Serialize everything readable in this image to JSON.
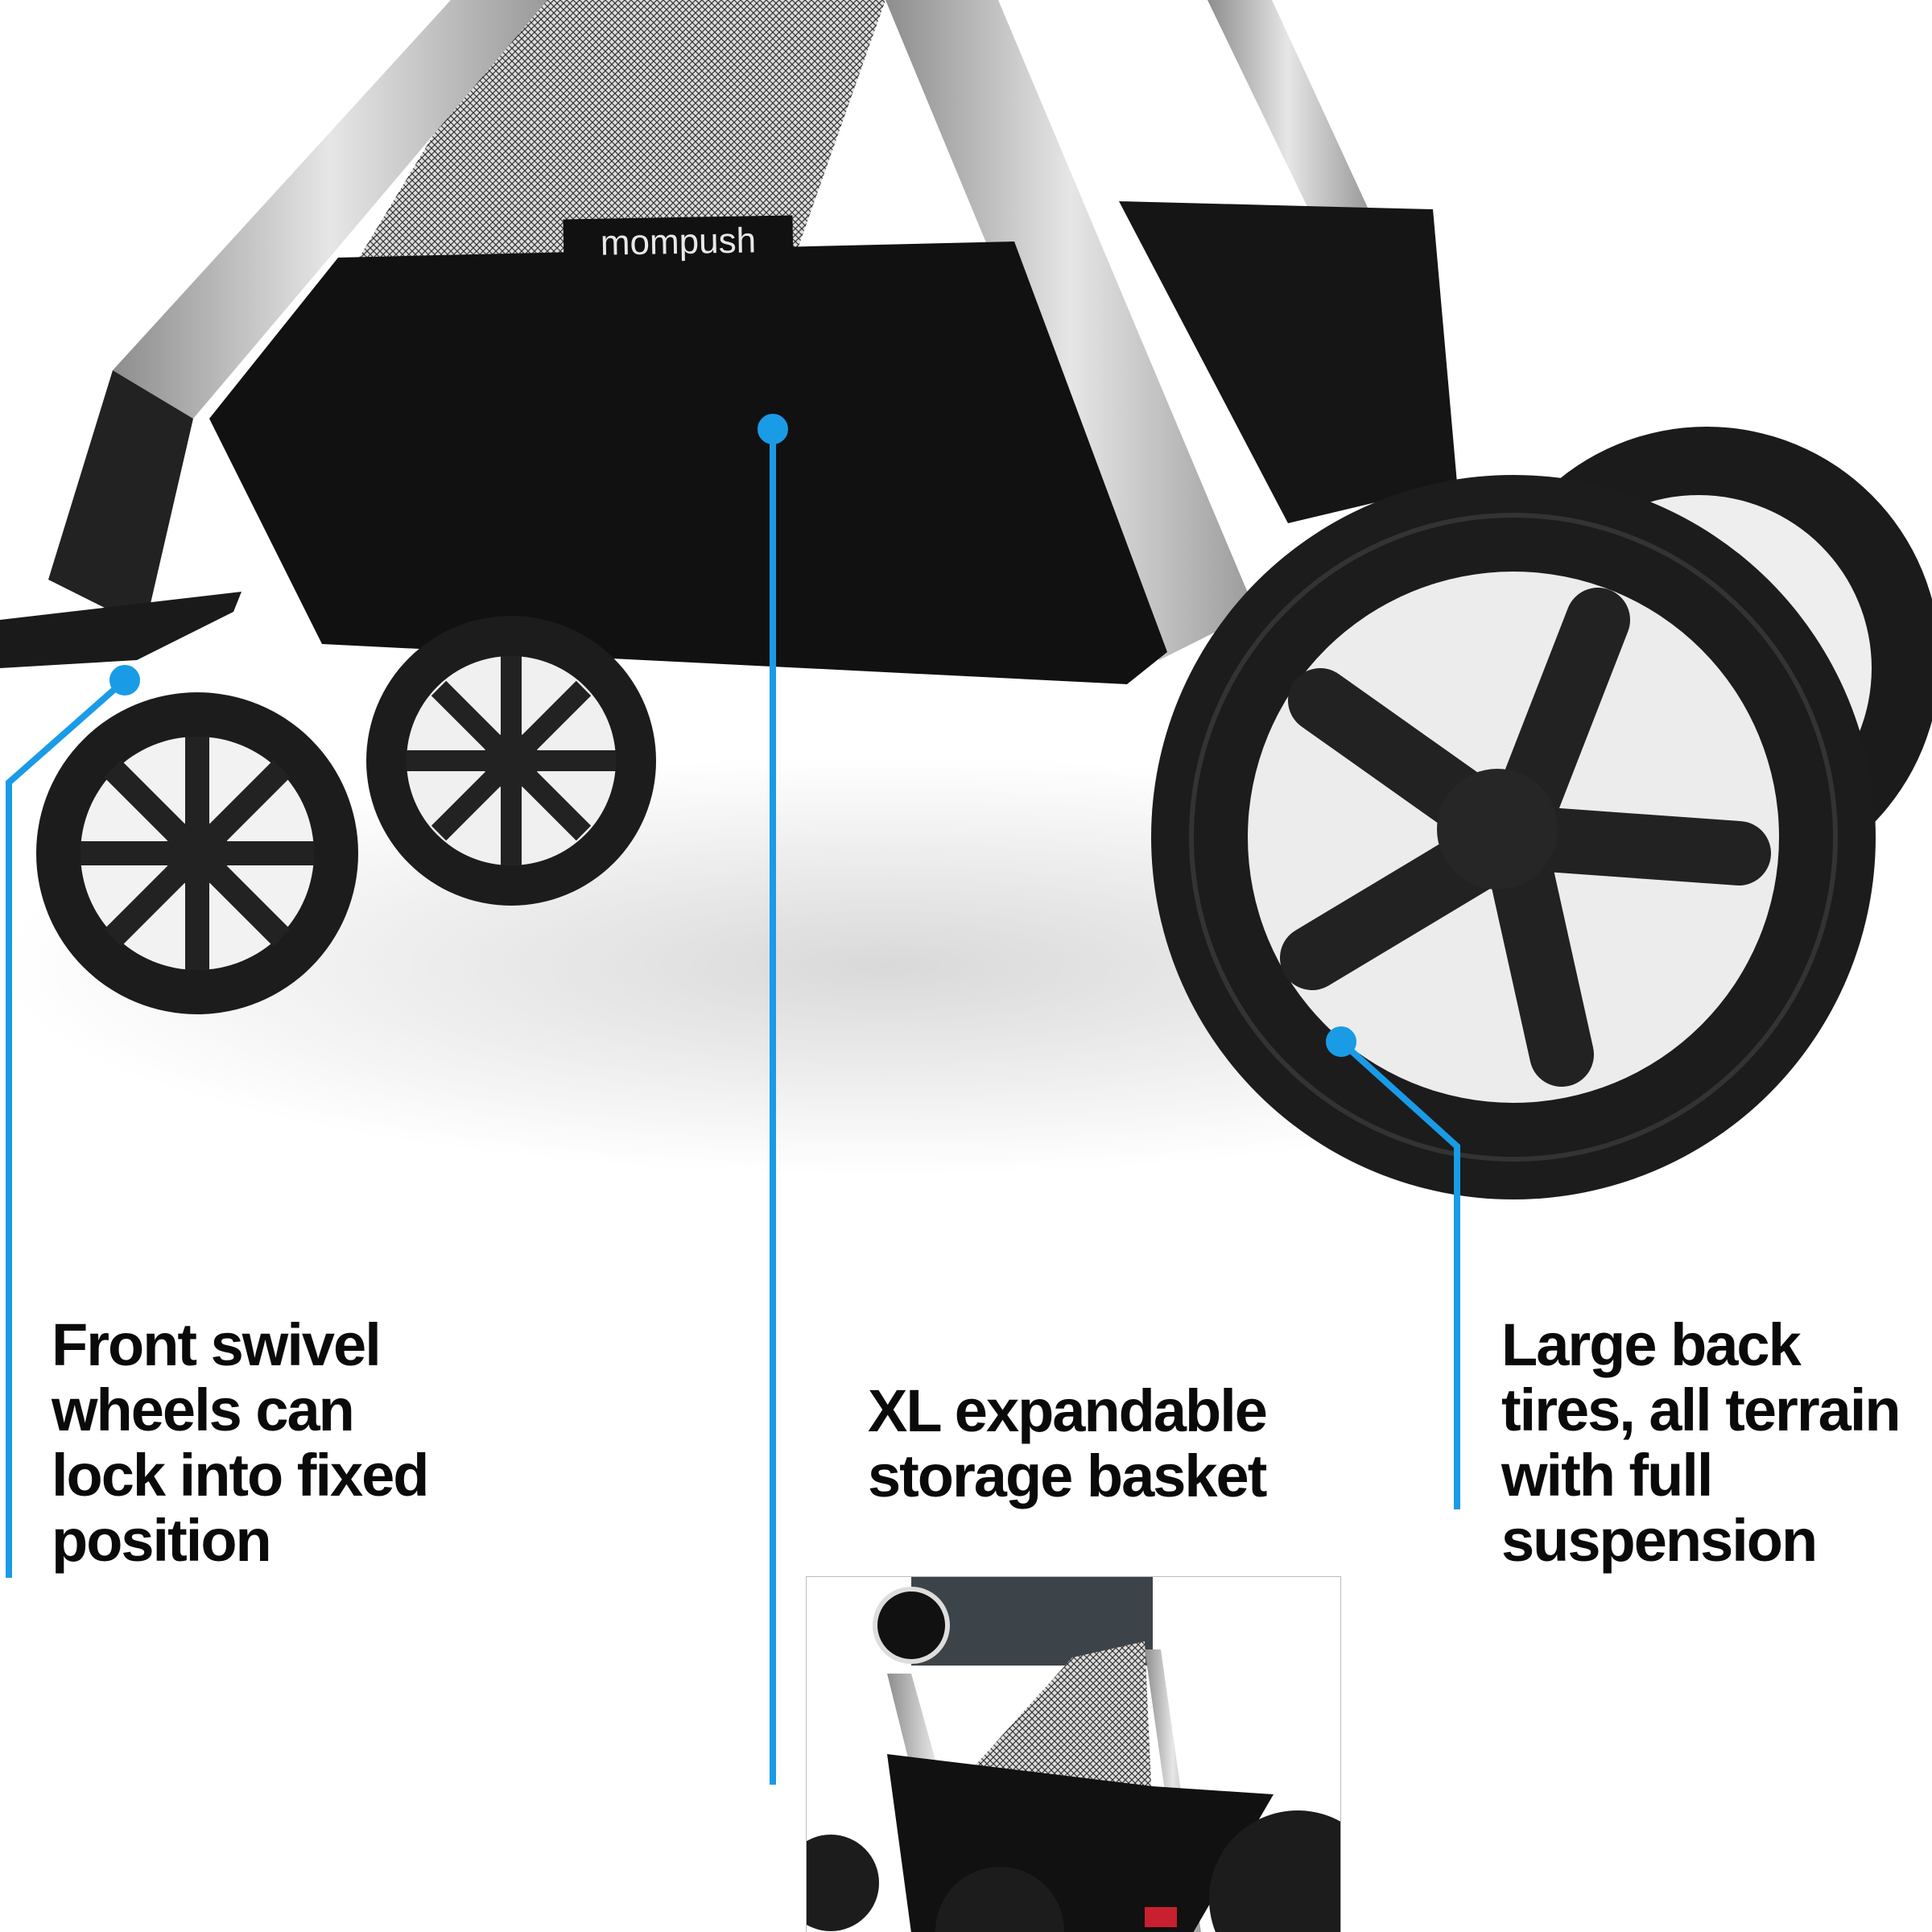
{
  "brand_logo": "mompush",
  "callouts": [
    {
      "id": "front-wheels",
      "lines": [
        "Front swivel",
        "wheels can",
        "lock into fixed",
        "position"
      ]
    },
    {
      "id": "basket",
      "lines": [
        "XL expandable",
        "storage basket"
      ]
    },
    {
      "id": "back-tires",
      "lines": [
        "Large back",
        "tires, all terrain",
        "with full",
        "suspension"
      ]
    }
  ],
  "colors": {
    "accent": "#1a9be6",
    "text": "#0a0a0a",
    "frame": "#b8b8b8",
    "fabric": "#111111",
    "wheel": "#1c1c1c",
    "brake": "#c8202e"
  }
}
